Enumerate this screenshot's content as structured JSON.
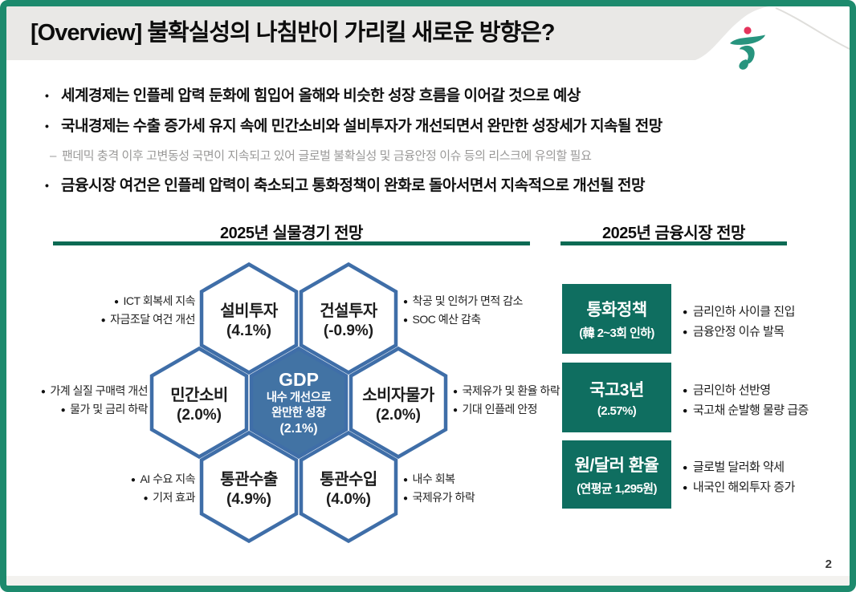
{
  "header": {
    "title": "[Overview] 불확실성의 나침반이 가리킬 새로운 방향은?"
  },
  "summary": {
    "b1": "세계경제는 인플레 압력 둔화에 힘입어 올해와 비슷한 성장 흐름을 이어갈 것으로 예상",
    "b2": "국내경제는 수출 증가세 유지 속에 민간소비와 설비투자가 개선되면서 완만한 성장세가 지속될 전망",
    "b2_dash": "–",
    "b2_sub": "팬데믹 충격 이후 고변동성 국면이 지속되고 있어 글로벌 불확실성 및 금융안정 이슈 등의 리스크에 유의할 필요",
    "b3": "금융시장 여건은 인플레 압력이 축소되고 통화정책이 완화로 돌아서면서 지속적으로 개선될 전망",
    "marker": "•"
  },
  "real_economy": {
    "title": "2025년 실물경기 전망",
    "hex": {
      "facility": {
        "label": "설비투자",
        "value": "(4.1%)"
      },
      "construction": {
        "label": "건설투자",
        "value": "(-0.9%)"
      },
      "consumption": {
        "label": "민간소비",
        "value": "(2.0%)"
      },
      "cpi": {
        "label": "소비자물가",
        "value": "(2.0%)"
      },
      "exports": {
        "label": "통관수출",
        "value": "(4.9%)"
      },
      "imports": {
        "label": "통관수입",
        "value": "(4.0%)"
      },
      "gdp": {
        "label": "GDP",
        "desc1": "내수 개선으로",
        "desc2": "완만한 성장",
        "value": "(2.1%)"
      }
    },
    "notes": {
      "facility": [
        "ICT 회복세 지속",
        "자금조달 여건 개선"
      ],
      "construction": [
        "착공 및 인허가 면적 감소",
        "SOC 예산 감축"
      ],
      "consumption": [
        "가계 실질 구매력 개선",
        "물가 및 금리 하락"
      ],
      "cpi": [
        "국제유가 및 환율 하락",
        "기대 인플레 안정"
      ],
      "exports": [
        "AI 수요 지속",
        "기저 효과"
      ],
      "imports": [
        "내수 회복",
        "국제유가 하락"
      ]
    }
  },
  "financial_market": {
    "title": "2025년 금융시장 전망",
    "items": [
      {
        "label": "통화정책",
        "sub": "(韓 2~3회 인하)",
        "notes": [
          "금리인하 사이클 진입",
          "금융안정 이슈 발목"
        ]
      },
      {
        "label": "국고3년",
        "sub": "(2.57%)",
        "notes": [
          "금리인하 선반영",
          "국고채 순발행 물량 급증"
        ]
      },
      {
        "label": "원/달러 환율",
        "sub": "(연평균 1,295원)",
        "notes": [
          "글로벌 달러화 약세",
          "내국인 해외투자 증가"
        ]
      }
    ]
  },
  "footer": {
    "page_number": "2"
  },
  "colors": {
    "slide_border": "#1d8a6d",
    "header_band": "#e9e8e6",
    "section_rule": "#0b6a53",
    "hex_border": "#3f6ea8",
    "hex_center_fill": "#4273a4",
    "fin_box": "#0f6e60",
    "logo_teal": "#27947e",
    "logo_red": "#e5345c",
    "sub_bullet_gray": "#9a9998"
  }
}
